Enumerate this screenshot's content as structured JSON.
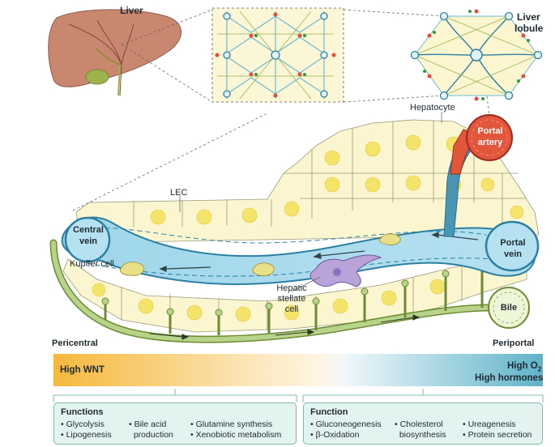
{
  "labels": {
    "liver": "Liver",
    "liver_lobule_1": "Liver",
    "liver_lobule_2": "lobule",
    "hepatocyte": "Hepatocyte",
    "portal_artery_1": "Portal",
    "portal_artery_2": "artery",
    "lec": "LEC",
    "central_vein_1": "Central",
    "central_vein_2": "vein",
    "portal_vein_1": "Portal",
    "portal_vein_2": "vein",
    "kupffer": "Kupffer cell",
    "stellate_1": "Hepatic",
    "stellate_2": "stellate",
    "stellate_3": "cell",
    "bile": "Bile",
    "pericentral": "Pericentral",
    "periportal": "Periportal"
  },
  "gradient": {
    "left_text": "High WNT",
    "right_o2": "High O",
    "right_o2_sub": "2",
    "right_hormones": "High hormones",
    "left_color": "#f6b83c",
    "right_color": "#5fb3c9"
  },
  "pericentral_panel": {
    "title": "Functions",
    "col1": [
      "• Glycolysis",
      "• Lipogenesis"
    ],
    "col2": [
      "• Bile acid",
      "  production"
    ],
    "col3": [
      "• Glutamine synthesis",
      "• Xenobiotic metabolism"
    ]
  },
  "periportal_panel": {
    "title": "Function",
    "col1": [
      "• Gluconeogenesis",
      "• β-Oxidation"
    ],
    "col2": [
      "• Cholesterol",
      "  biosynthesis"
    ],
    "col3": [
      "• Ureagenesis",
      "• Protein secretion"
    ]
  },
  "colors": {
    "vessel": "#a8dcee",
    "vessel_edge": "#2d7fa3",
    "artery": "#e2563c",
    "hepatocyte": "#fbf6cf",
    "nucleus": "#f5e46a",
    "bile_duct": "#b8d48a",
    "panel_bg": "#e3f3ef"
  }
}
